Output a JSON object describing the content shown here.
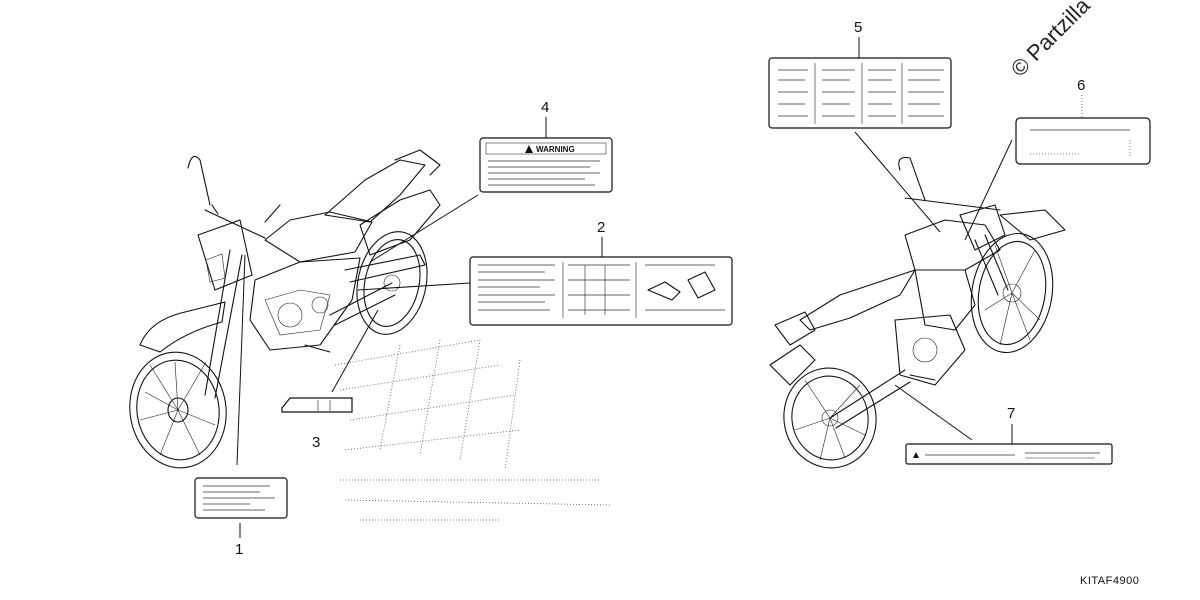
{
  "watermark": "© Partzilla",
  "diagram_code": "KITAF4900",
  "warning_label_text": "WARNING",
  "callouts": [
    "1",
    "2",
    "3",
    "4",
    "5",
    "6",
    "7"
  ]
}
